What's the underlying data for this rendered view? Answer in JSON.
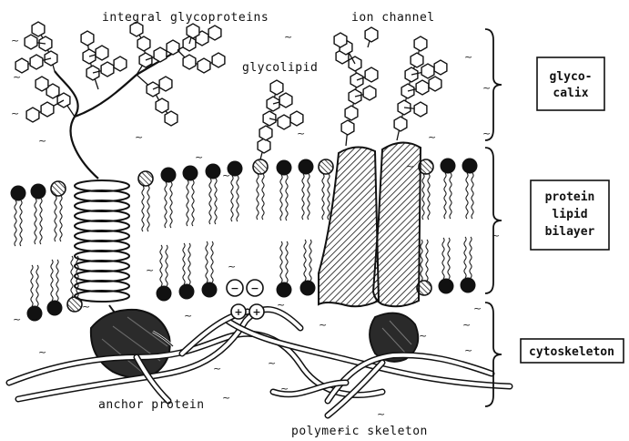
{
  "labels": {
    "integral_glycoproteins": "integral glycoproteins",
    "ion_channel": "ion channel",
    "glycolipid": "glycolipid",
    "anchor_protein": "anchor protein",
    "polymeric_skeleton": "polymeric skeleton"
  },
  "regions": {
    "glycocalix": [
      "glyco-",
      "calix"
    ],
    "bilayer": [
      "protein",
      "lipid",
      "bilayer"
    ],
    "cytoskeleton": [
      "cytoskeleton"
    ]
  },
  "charges": {
    "minus": "−",
    "plus": "+"
  },
  "colors": {
    "ink": "#111111",
    "background": "#ffffff",
    "head_filled": "#111111"
  },
  "icons": {
    "hexagon": "sugar-hexagon-icon",
    "brace": "right-curly-brace-icon"
  }
}
